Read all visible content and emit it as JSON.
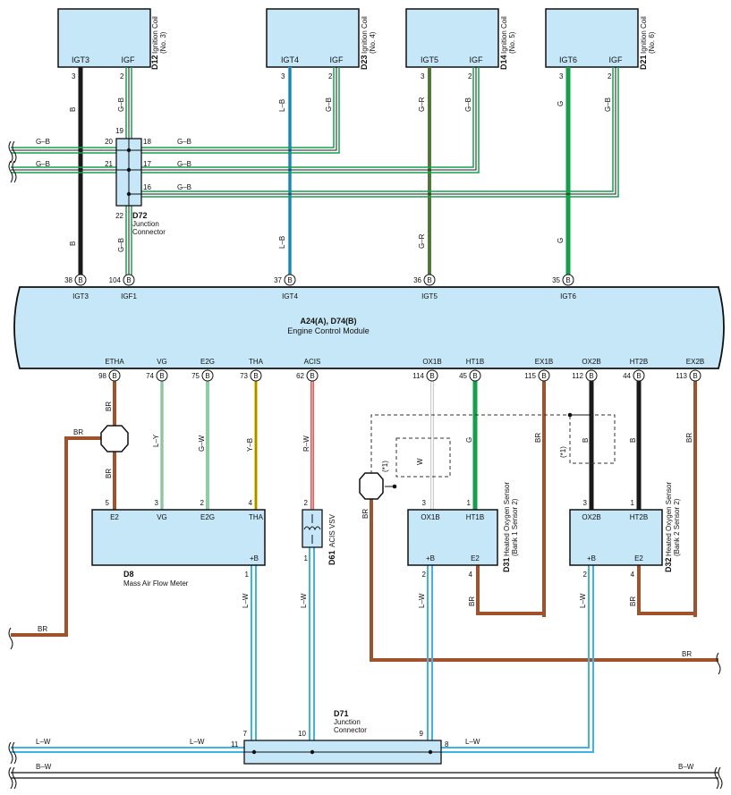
{
  "ecm": {
    "code": "A24(A), D74(B)",
    "name": "Engine Control Module"
  },
  "coils": [
    {
      "code": "D12",
      "name": "Ignition Coil",
      "no": "(No. 3)",
      "pin_a": "IGT3",
      "pin_b": "IGF",
      "num_a": "3",
      "num_b": "2",
      "wire_a": "B",
      "wire_b": "G–B"
    },
    {
      "code": "D23",
      "name": "Ignition Coil",
      "no": "(No. 4)",
      "pin_a": "IGT4",
      "pin_b": "IGF",
      "num_a": "3",
      "num_b": "2",
      "wire_a": "L–B",
      "wire_b": "G–B"
    },
    {
      "code": "D14",
      "name": "Ignition Coil",
      "no": "(No. 5)",
      "pin_a": "IGT5",
      "pin_b": "IGF",
      "num_a": "3",
      "num_b": "2",
      "wire_a": "G–R",
      "wire_b": "G–B"
    },
    {
      "code": "D21",
      "name": "Ignition Coil",
      "no": "(No. 6)",
      "pin_a": "IGT6",
      "pin_b": "IGF",
      "num_a": "3",
      "num_b": "2",
      "wire_a": "G",
      "wire_b": "G–B"
    }
  ],
  "d72": {
    "code": "D72",
    "name1": "Junction",
    "name2": "Connector",
    "pins": [
      "19",
      "20",
      "21",
      "22",
      "18",
      "17",
      "16"
    ],
    "wire": "G–B"
  },
  "ecm_top_pins": [
    {
      "num": "38",
      "name": "IGT3",
      "wire": "B"
    },
    {
      "num": "104",
      "name": "IGF1",
      "wire": "G–B"
    },
    {
      "num": "37",
      "name": "IGT4",
      "wire": "L–B"
    },
    {
      "num": "36",
      "name": "IGT5",
      "wire": "G–R"
    },
    {
      "num": "35",
      "name": "IGT6",
      "wire": "G"
    }
  ],
  "ecm_bottom_pins": [
    {
      "num": "98",
      "name": "ETHA"
    },
    {
      "num": "74",
      "name": "VG"
    },
    {
      "num": "75",
      "name": "E2G"
    },
    {
      "num": "73",
      "name": "THA"
    },
    {
      "num": "62",
      "name": "ACIS"
    },
    {
      "num": "114",
      "name": "OX1B"
    },
    {
      "num": "45",
      "name": "HT1B"
    },
    {
      "num": "115",
      "name": "EX1B"
    },
    {
      "num": "112",
      "name": "OX2B"
    },
    {
      "num": "44",
      "name": "HT2B"
    },
    {
      "num": "113",
      "name": "EX2B"
    }
  ],
  "pin_badge": "B",
  "maf": {
    "code": "D8",
    "name": "Mass Air Flow Meter",
    "pins": [
      "E2",
      "VG",
      "E2G",
      "THA",
      "+B"
    ],
    "nums": [
      "5",
      "3",
      "2",
      "4",
      "1"
    ]
  },
  "acis": {
    "code": "D61",
    "name": "ACIS VSV",
    "nums": [
      "2",
      "1"
    ]
  },
  "o2_1": {
    "code": "D31",
    "name": "Heated Oxygen Sensor",
    "sub": "(Bank 1 Sensor 2)",
    "pins": [
      "OX1B",
      "HT1B",
      "+B",
      "E2"
    ],
    "nums": [
      "3",
      "1",
      "2",
      "4"
    ]
  },
  "o2_2": {
    "code": "D32",
    "name": "Heated Oxygen Sensor",
    "sub": "(Bank 2 Sensor 2)",
    "pins": [
      "OX2B",
      "HT2B",
      "+B",
      "E2"
    ],
    "nums": [
      "3",
      "1",
      "2",
      "4"
    ]
  },
  "d71": {
    "code": "D71",
    "name1": "Junction",
    "name2": "Connector",
    "nums": [
      "7",
      "10",
      "9",
      "11",
      "8"
    ]
  },
  "wire_labels": {
    "br": "BR",
    "ly": "L–Y",
    "gw": "G–W",
    "yb": "Y–B",
    "rw": "R–W",
    "w": "W",
    "g": "G",
    "b": "B",
    "lw": "L–W",
    "bw": "B–W",
    "gb": "G–B",
    "star1": "(*1)"
  },
  "colors": {
    "black": "#1a1a1a",
    "green": "#12a04a",
    "blue": "#3fb2e8",
    "brown": "#a0522d",
    "yellow": "#f5d61a",
    "red": "#e0241b",
    "box": "#c6e7f7"
  }
}
